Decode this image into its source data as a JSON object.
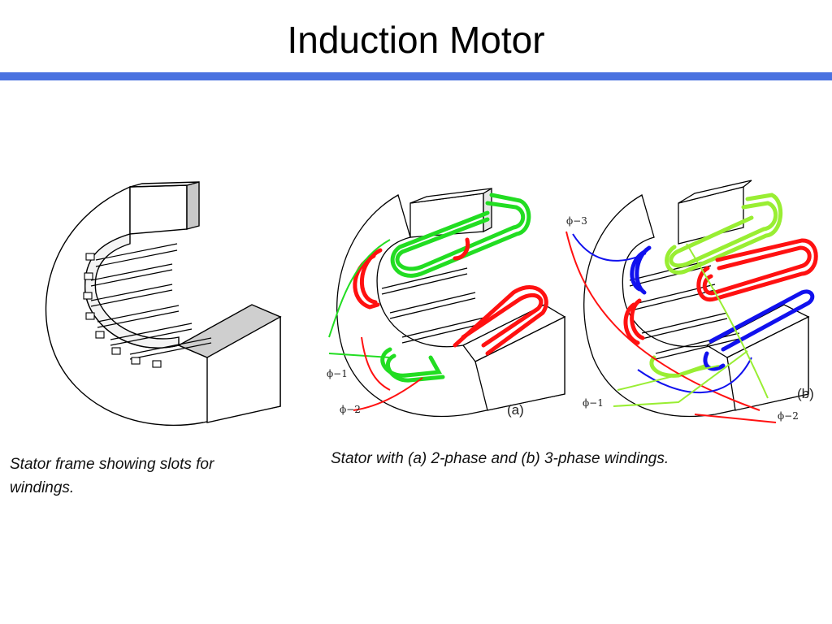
{
  "slide": {
    "title": "Induction Motor",
    "rule_color": "#4a72e0"
  },
  "figures": {
    "stator_frame": {
      "caption": "Stator frame showing slots for windings."
    },
    "two_phase": {
      "panel_label": "(a)",
      "phase_labels": [
        "ϕ−1",
        "ϕ−2"
      ],
      "colors": {
        "phase1": "#22dd22",
        "phase2": "#ff1111"
      }
    },
    "three_phase": {
      "panel_label": "(b)",
      "phase_labels": [
        "ϕ−3",
        "ϕ−1",
        "ϕ−2"
      ],
      "colors": {
        "phase1": "#99ee33",
        "phase2": "#ff1111",
        "phase3": "#1111ee"
      }
    },
    "windings_caption": "Stator with (a) 2-phase and (b) 3-phase windings."
  }
}
